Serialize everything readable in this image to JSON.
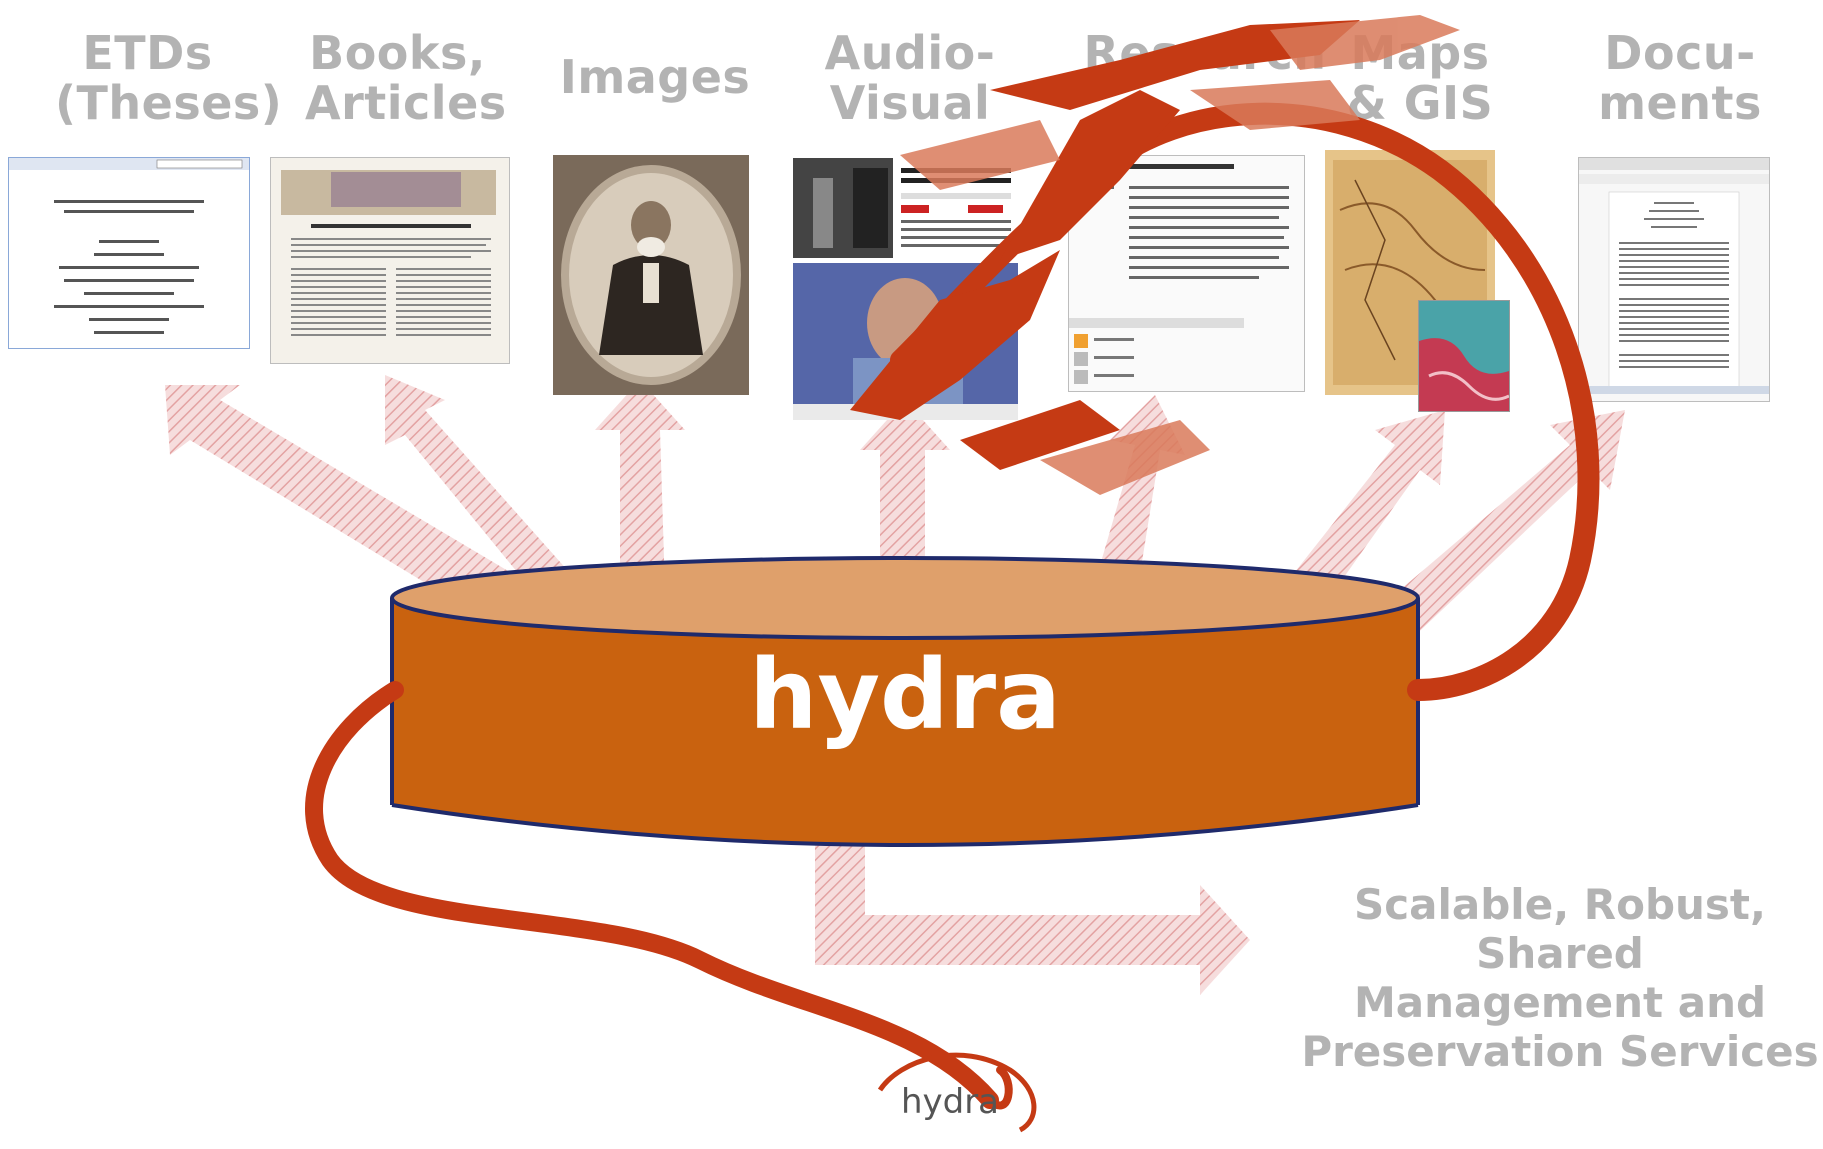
{
  "categories": [
    {
      "id": "etds",
      "label": "ETDs\n(Theses)"
    },
    {
      "id": "books",
      "label": "Books,\nArticles"
    },
    {
      "id": "images",
      "label": "Images"
    },
    {
      "id": "audio-visual",
      "label": "Audio-\nVisual"
    },
    {
      "id": "research",
      "label": "Research"
    },
    {
      "id": "maps",
      "label": "Maps\n& GIS"
    },
    {
      "id": "documents",
      "label": "Docu-\nments"
    }
  ],
  "core": {
    "label": "hydra"
  },
  "services": {
    "label": "Scalable, Robust, Shared\nManagement and\nPreservation Services"
  },
  "logo": {
    "label": "hydra"
  },
  "colors": {
    "cylinder_body": "#c9620f",
    "cylinder_top": "#dfa06b",
    "cylinder_outline": "#1f2a6b",
    "arrow_fill": "#f2d3d3",
    "arrow_hatch": "#e3a2a2",
    "dragon": "#c53a14",
    "label_gray": "#b3b3b3"
  },
  "icons": [
    "hydra-dragon-icon",
    "hydra-logo-icon"
  ]
}
